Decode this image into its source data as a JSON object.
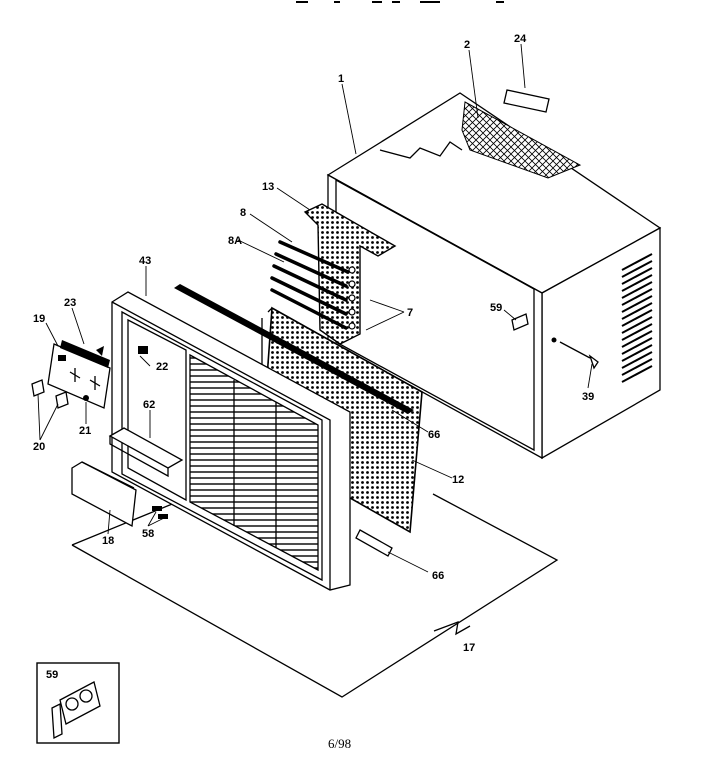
{
  "diagram": {
    "callouts": [
      "1",
      "2",
      "24",
      "13",
      "8",
      "8A",
      "43",
      "7",
      "59",
      "23",
      "19",
      "22",
      "39",
      "62",
      "66",
      "21",
      "20",
      "12",
      "18",
      "58",
      "66",
      "17",
      "59"
    ],
    "page_number": "6/98"
  }
}
